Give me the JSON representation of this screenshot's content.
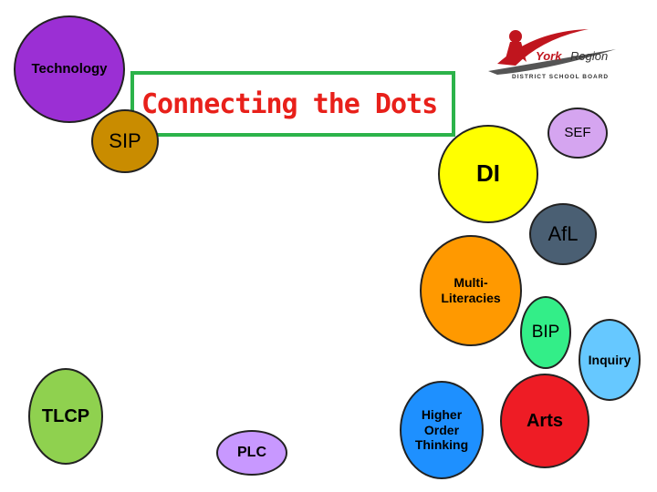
{
  "title": "Connecting the Dots",
  "logo": {
    "name": "York",
    "region": "Region",
    "subtitle": "DISTRICT SCHOOL BOARD"
  },
  "dots": {
    "technology": "Technology",
    "sip": "SIP",
    "sef": "SEF",
    "di": "DI",
    "afl": "AfL",
    "multi_literacies": "Multi-\nLiteracies",
    "bip": "BIP",
    "inquiry": "Inquiry",
    "tlcp": "TLCP",
    "higher_order_thinking": "Higher\nOrder\nThinking",
    "arts": "Arts",
    "plc": "PLC"
  },
  "colors": {
    "title_border": "#2cb34a",
    "title_text": "#e8201a",
    "technology": "#9b2fd4",
    "sip": "#c98c00",
    "sef": "#d5a5f0",
    "di": "#ffff00",
    "afl": "#4a5f73",
    "multi_literacies": "#ff9900",
    "bip": "#33ee88",
    "inquiry": "#66c8ff",
    "tlcp": "#8fd14f",
    "higher_order_thinking": "#1e90ff",
    "arts": "#ee1c25",
    "plc": "#c898ff"
  }
}
